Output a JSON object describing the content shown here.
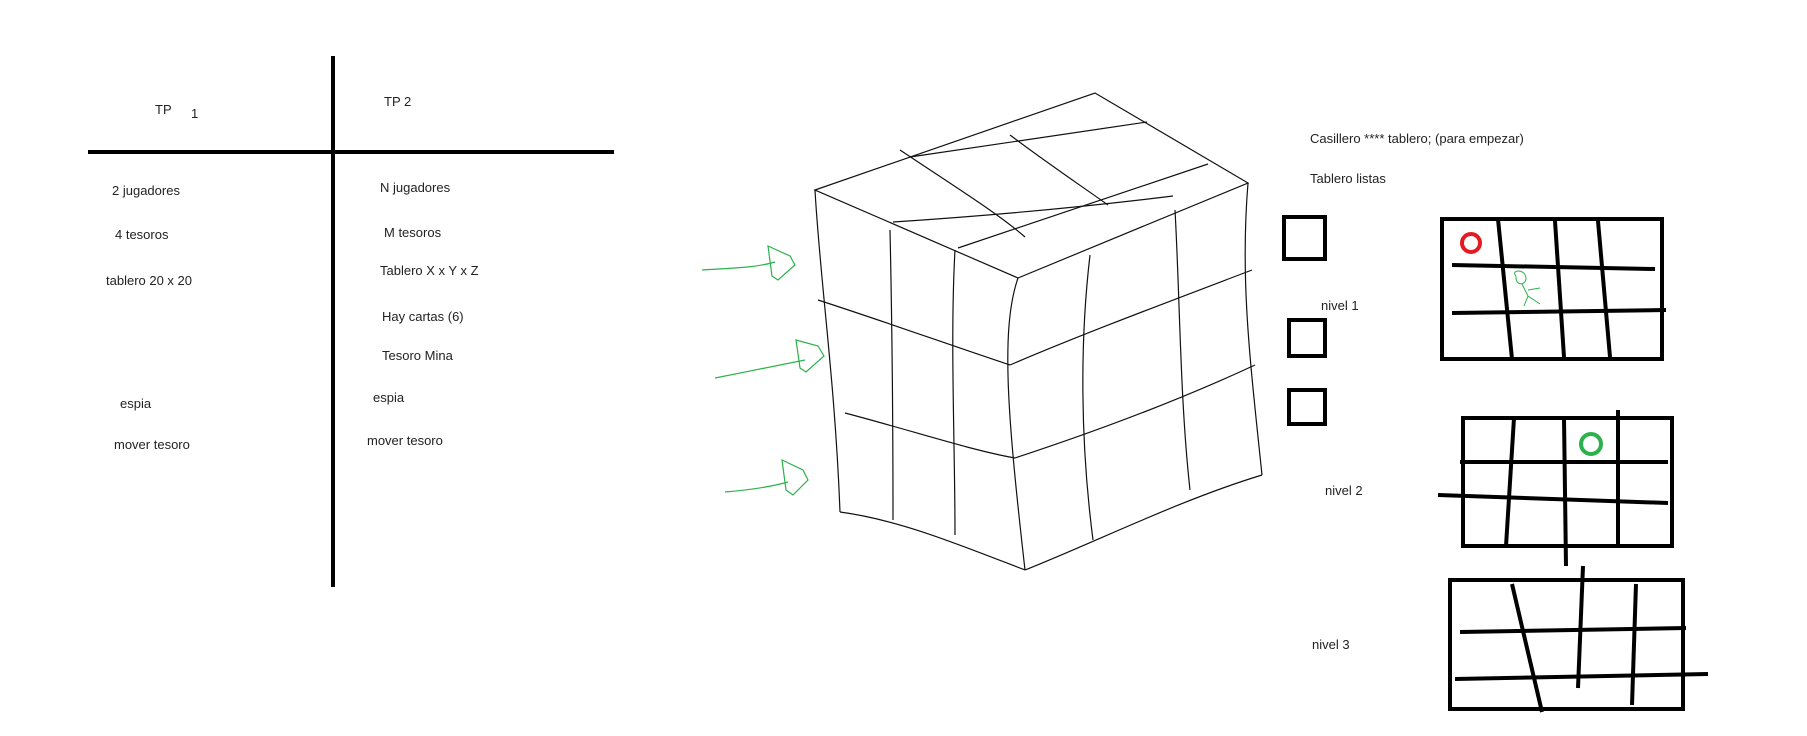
{
  "tp1": {
    "header": "TP",
    "header_num": "1",
    "items": [
      "2 jugadores",
      "4 tesoros",
      "tablero 20 x 20",
      "espia",
      "mover tesoro"
    ]
  },
  "tp2": {
    "header": "TP 2",
    "items": [
      "N jugadores",
      "M tesoros",
      "Tablero X x Y x Z",
      "Hay cartas (6)",
      "Tesoro Mina",
      "espia",
      "mover tesoro"
    ]
  },
  "notes": {
    "line1": "Casillero **** tablero; (para empezar)",
    "line2": "Tablero listas"
  },
  "levels": [
    "nivel 1",
    "nivel 2",
    "nivel 3"
  ],
  "colors": {
    "ink": "#000000",
    "green": "#2bb24c",
    "red": "#e41b23"
  }
}
